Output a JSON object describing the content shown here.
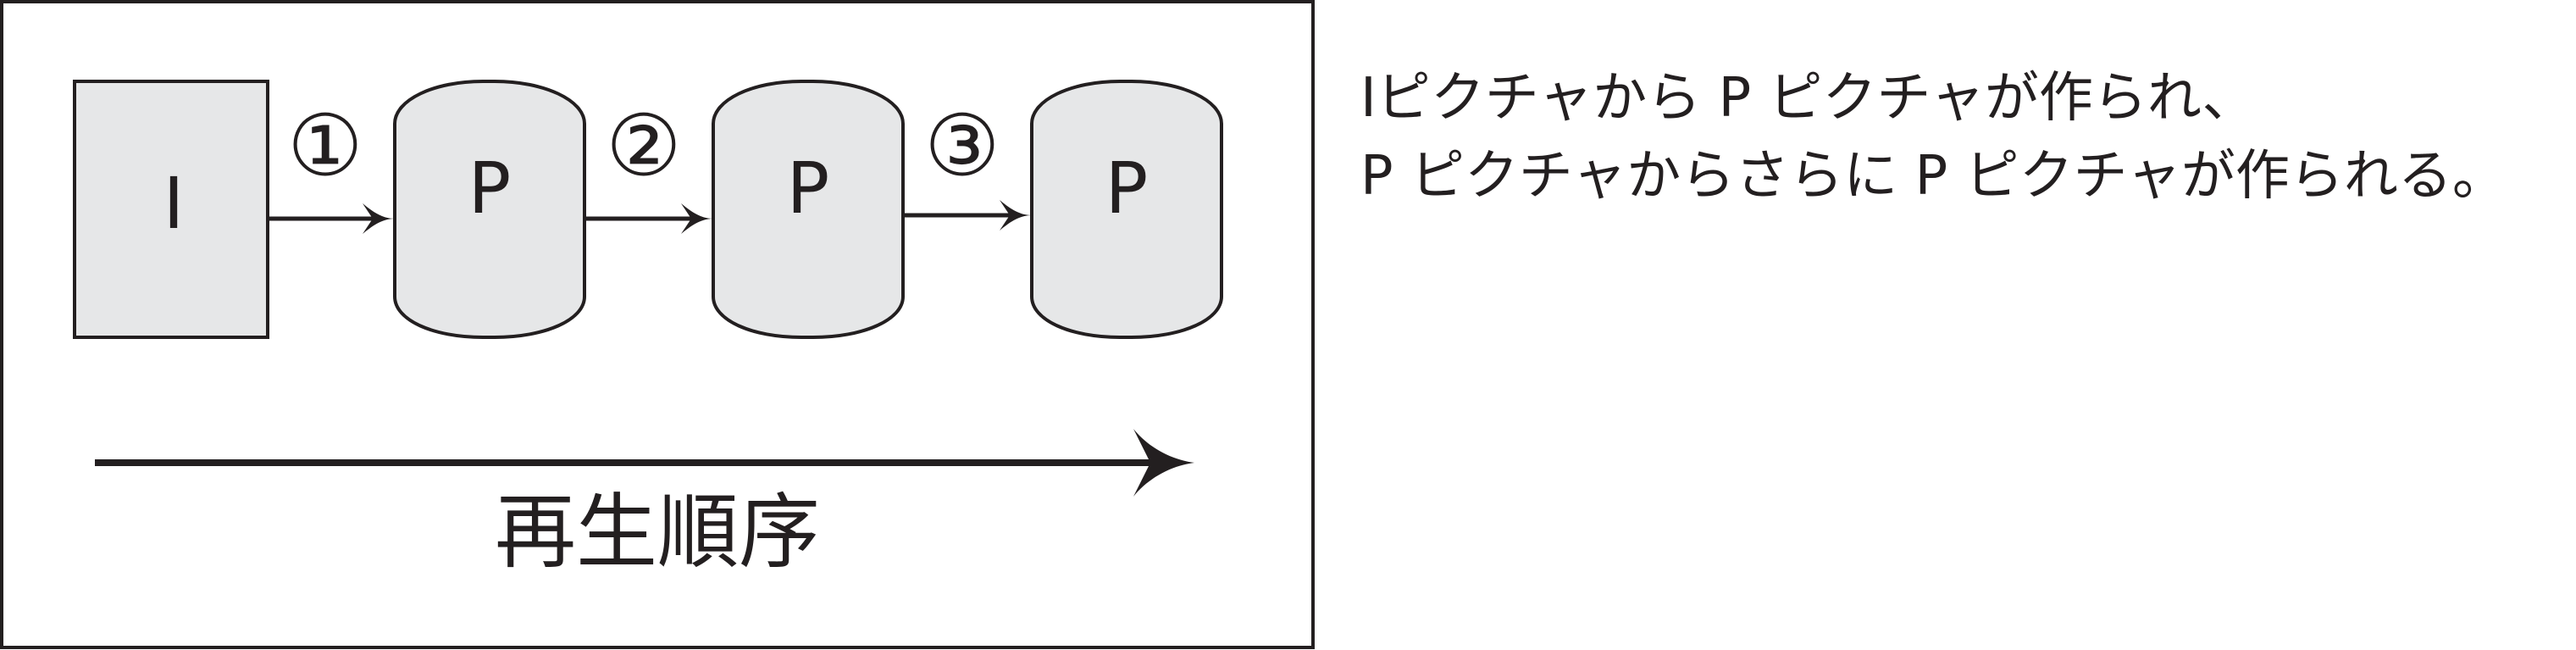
{
  "colors": {
    "stroke": "#231f20",
    "node_fill": "#e6e7e8",
    "background": "#ffffff"
  },
  "nodes": [
    {
      "id": "I",
      "label": "I",
      "shape": "rectangle"
    },
    {
      "id": "P1",
      "label": "P",
      "shape": "cylinder"
    },
    {
      "id": "P2",
      "label": "P",
      "shape": "cylinder"
    },
    {
      "id": "P3",
      "label": "P",
      "shape": "cylinder"
    }
  ],
  "edges": [
    {
      "from": "I",
      "to": "P1",
      "label": "①"
    },
    {
      "from": "P1",
      "to": "P2",
      "label": "②"
    },
    {
      "from": "P2",
      "to": "P3",
      "label": "③"
    }
  ],
  "timeline": {
    "label": "再生順序",
    "direction": "left-to-right"
  },
  "caption": {
    "line1": "Iピクチャから P ピクチャが作られ、",
    "line2": "P ピクチャからさらに P ピクチャが作られる。"
  }
}
